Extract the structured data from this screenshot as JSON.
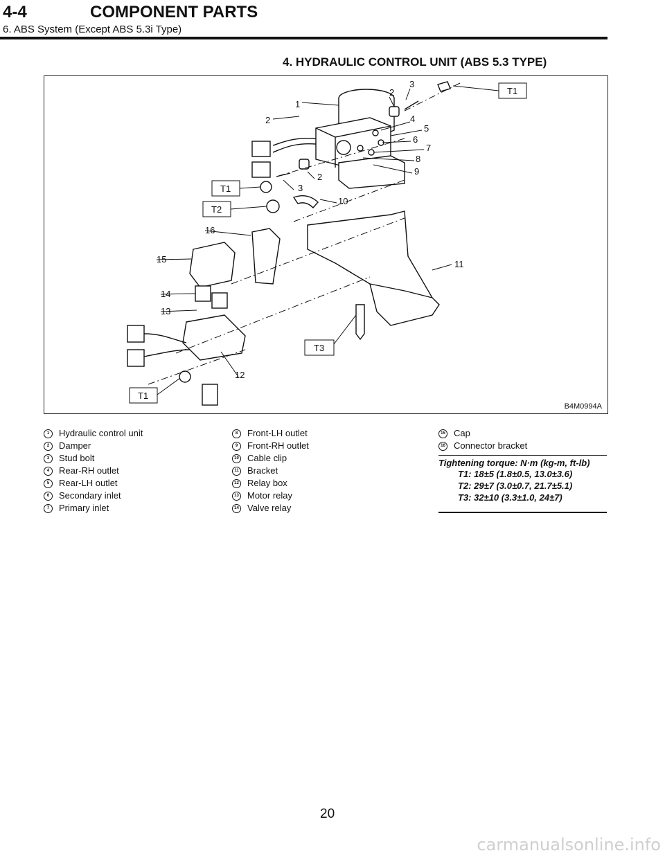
{
  "header": {
    "section": "4-4",
    "title": "COMPONENT PARTS",
    "subtitle": "6. ABS System (Except ABS 5.3i Type)"
  },
  "figure": {
    "title": "4. HYDRAULIC CONTROL UNIT (ABS 5.3 TYPE)",
    "code": "B4M0994A",
    "callouts": [
      "1",
      "2",
      "3",
      "4",
      "5",
      "6",
      "7",
      "8",
      "9",
      "10",
      "11",
      "12",
      "13",
      "14",
      "15",
      "16"
    ],
    "torque_tags": [
      "T1",
      "T1",
      "T1",
      "T2",
      "T3"
    ]
  },
  "parts": {
    "col1": [
      {
        "n": "1",
        "label": "Hydraulic control unit"
      },
      {
        "n": "2",
        "label": "Damper"
      },
      {
        "n": "3",
        "label": "Stud bolt"
      },
      {
        "n": "4",
        "label": "Rear-RH outlet"
      },
      {
        "n": "5",
        "label": "Rear-LH outlet"
      },
      {
        "n": "6",
        "label": "Secondary inlet"
      },
      {
        "n": "7",
        "label": "Primary inlet"
      }
    ],
    "col2": [
      {
        "n": "8",
        "label": "Front-LH outlet"
      },
      {
        "n": "9",
        "label": "Front-RH outlet"
      },
      {
        "n": "10",
        "label": "Cable clip"
      },
      {
        "n": "11",
        "label": "Bracket"
      },
      {
        "n": "12",
        "label": "Relay box"
      },
      {
        "n": "13",
        "label": "Motor relay"
      },
      {
        "n": "14",
        "label": "Valve relay"
      }
    ],
    "col3": [
      {
        "n": "15",
        "label": "Cap"
      },
      {
        "n": "16",
        "label": "Connector bracket"
      }
    ]
  },
  "torque": {
    "heading": "Tightening torque: N·m (kg-m, ft-lb)",
    "t1": "T1: 18±5 (1.8±0.5, 13.0±3.6)",
    "t2": "T2: 29±7 (3.0±0.7, 21.7±5.1)",
    "t3": "T3: 32±10 (3.3±1.0, 24±7)"
  },
  "page_number": "20",
  "watermark": "carmanualsonline.info"
}
